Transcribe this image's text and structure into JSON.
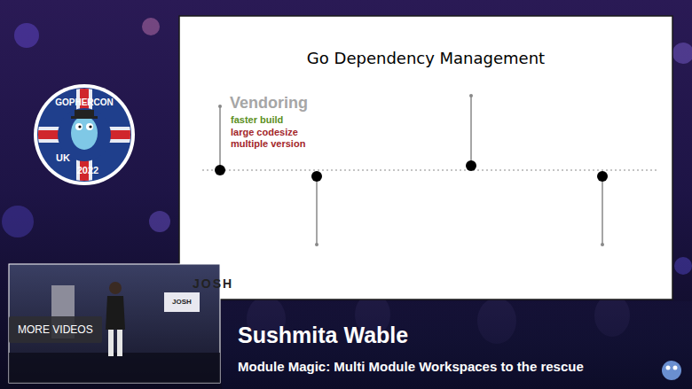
{
  "diagram": {
    "title": "Go Dependency Management",
    "nodes": [
      {
        "text": [
          "MORE VIDEOS"
        ]
      }
    ],
    "labels": [
      "Vendoring",
      "faster build",
      "large codesize",
      "multiple version",
      "JOSH",
      "GOPHERCON",
      "UK",
      "2022",
      "JOSH",
      "Sushmita Wable",
      "Module Magic: Multi Module Workspaces to the rescue"
    ]
  }
}
